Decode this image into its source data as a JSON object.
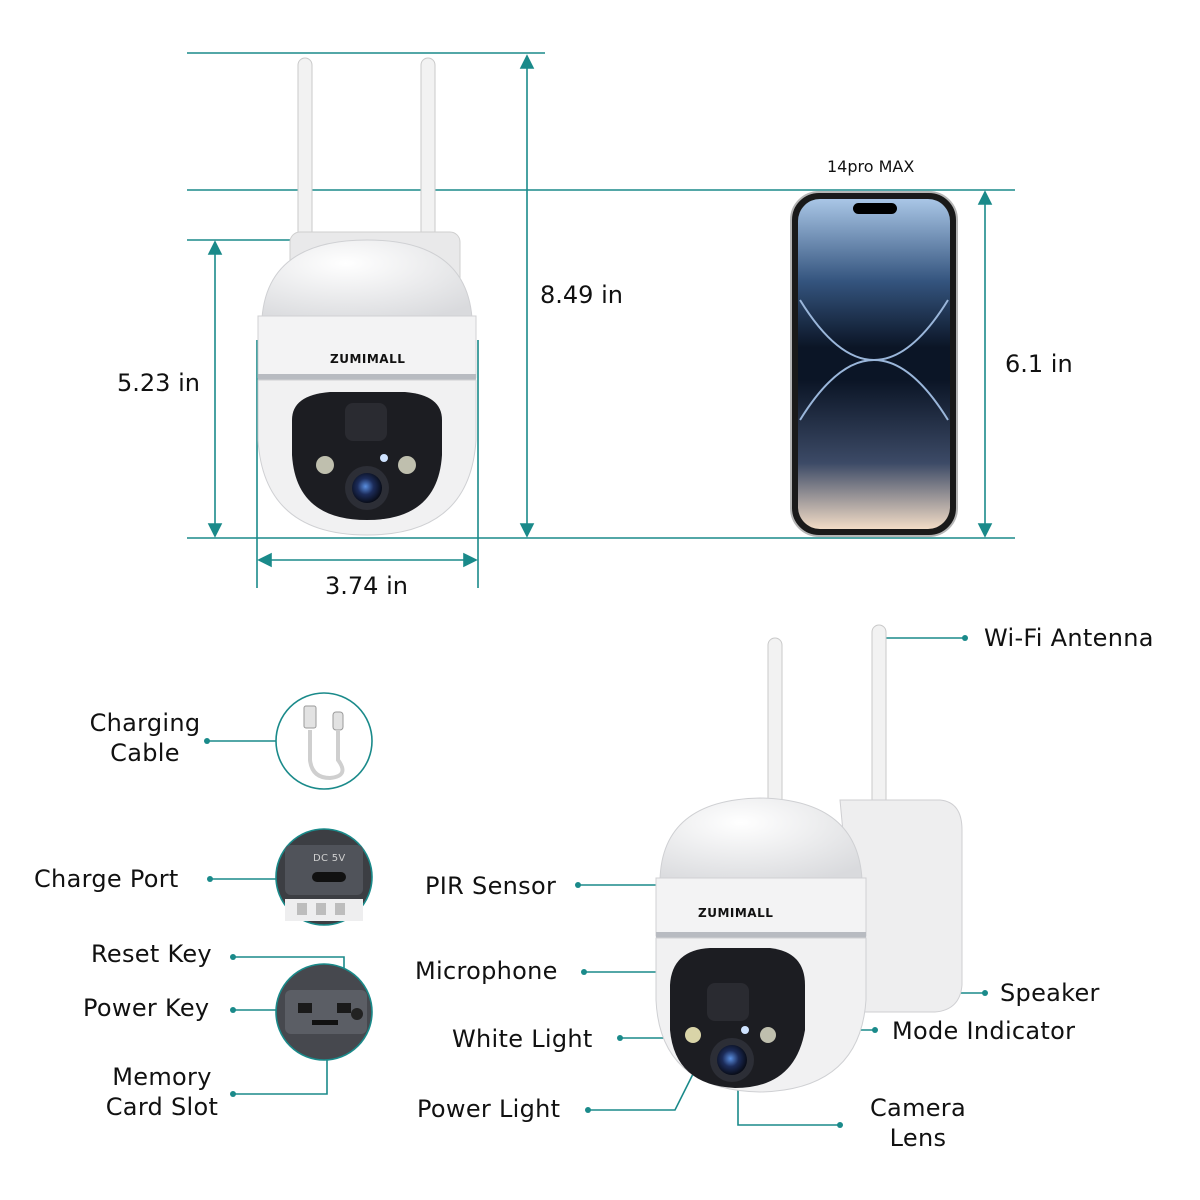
{
  "colors": {
    "accent": "#1a8a8a",
    "camera_body": "#f3f3f3",
    "camera_face": "#1c1d22"
  },
  "brand": "ZUMIMALL",
  "dimensions": {
    "total_height": "8.49 in",
    "body_height": "5.23 in",
    "width": "3.74 in",
    "phone_height": "6.1 in",
    "phone_caption": "14pro MAX"
  },
  "callouts": {
    "wifi_antenna": "Wi-Fi Antenna",
    "pir_sensor": "PIR Sensor",
    "microphone": "Microphone",
    "white_light": "White Light",
    "power_light": "Power Light",
    "speaker": "Speaker",
    "mode_indicator": "Mode Indicator",
    "camera_lens": "Camera Lens",
    "charging_cable": "Charging Cable",
    "charge_port": "Charge Port",
    "reset_key": "Reset Key",
    "power_key": "Power Key",
    "memory_card_slot": "Memory Card Slot",
    "port_marking": "DC 5V"
  }
}
